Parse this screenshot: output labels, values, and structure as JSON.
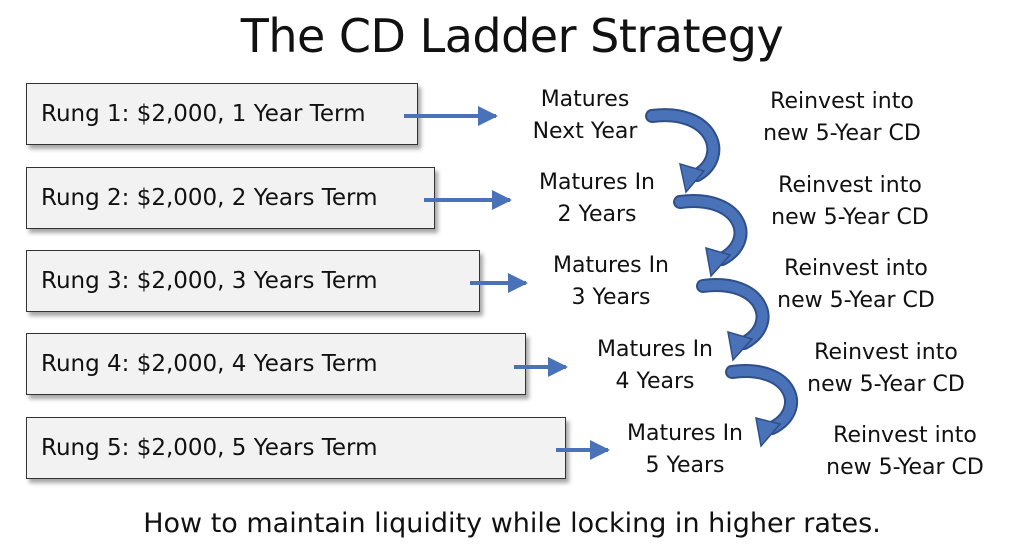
{
  "title": "The CD Ladder Strategy",
  "footer": "How to maintain liquidity while locking in higher rates.",
  "colors": {
    "arrow": "#4a72b8",
    "arrow_stroke": "#2f4f8a",
    "box_fill": "#f2f2f2",
    "box_border": "#333333"
  },
  "rungs": [
    {
      "label": "Rung 1: $2,000, 1 Year Term",
      "matures_line1": "Matures",
      "matures_line2": "Next Year",
      "reinvest_line1": "Reinvest into",
      "reinvest_line2": "new 5-Year CD"
    },
    {
      "label": "Rung 2: $2,000, 2 Years Term",
      "matures_line1": "Matures In",
      "matures_line2": "2 Years",
      "reinvest_line1": "Reinvest into",
      "reinvest_line2": "new 5-Year CD"
    },
    {
      "label": "Rung 3: $2,000, 3 Years Term",
      "matures_line1": "Matures In",
      "matures_line2": "3 Years",
      "reinvest_line1": "Reinvest into",
      "reinvest_line2": "new 5-Year CD"
    },
    {
      "label": "Rung 4: $2,000, 4 Years Term",
      "matures_line1": "Matures In",
      "matures_line2": "4 Years",
      "reinvest_line1": "Reinvest into",
      "reinvest_line2": "new 5-Year CD"
    },
    {
      "label": "Rung 5: $2,000, 5 Years Term",
      "matures_line1": "Matures In",
      "matures_line2": "5 Years",
      "reinvest_line1": "Reinvest into",
      "reinvest_line2": "new 5-Year CD"
    }
  ]
}
